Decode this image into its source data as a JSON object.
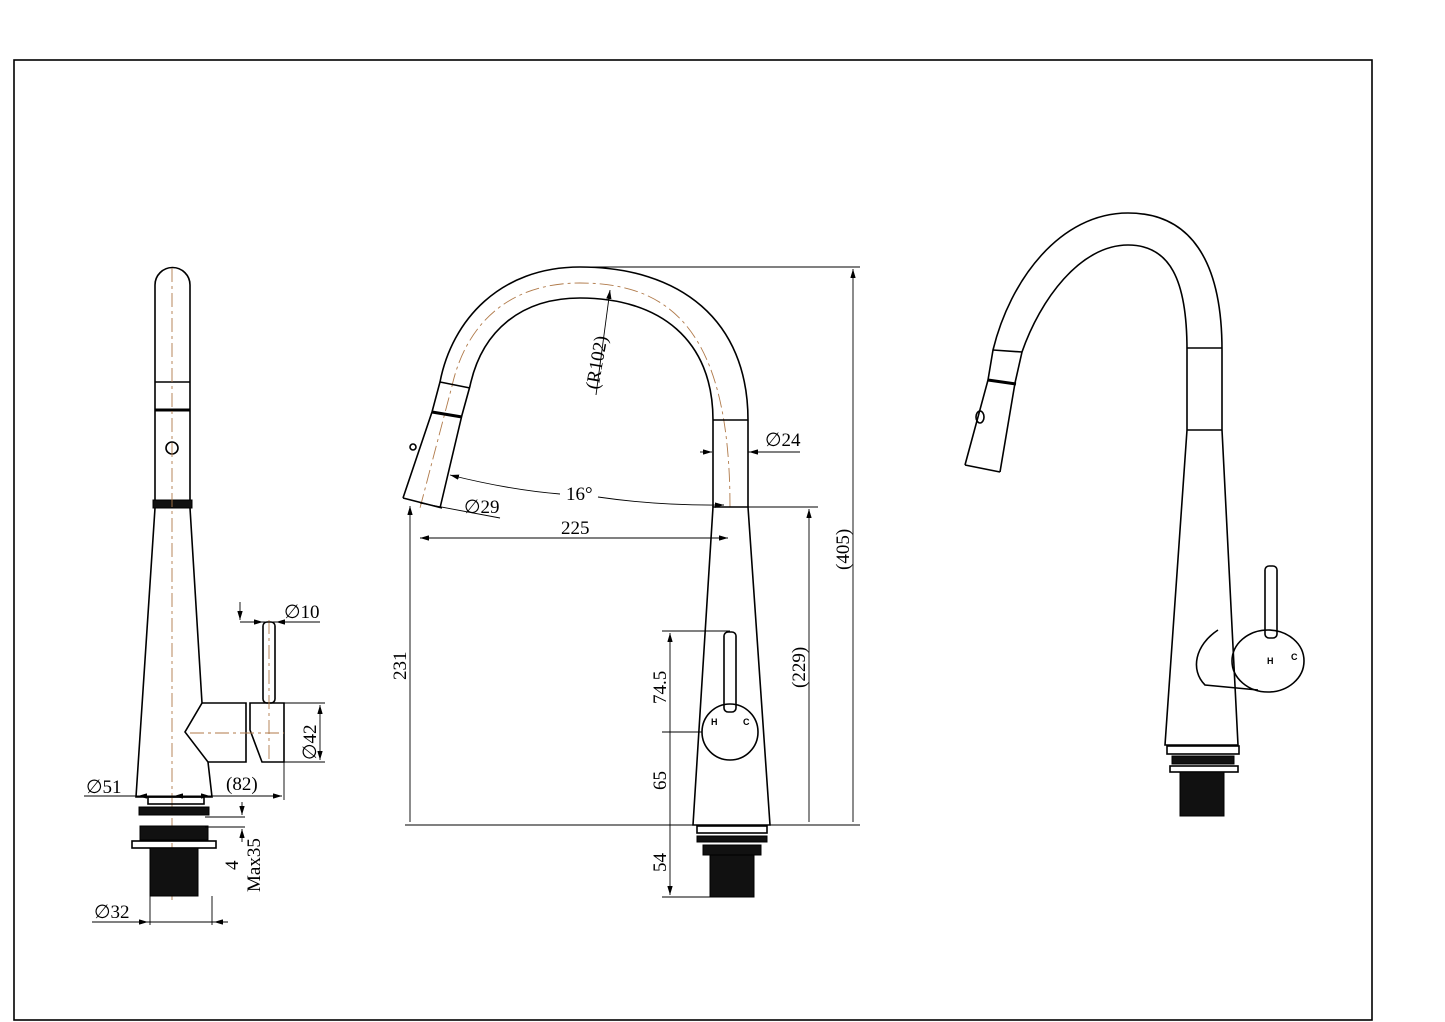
{
  "side_view": {
    "lever_diameter": "∅10",
    "handle_diameter": "∅42",
    "handle_reach": "(82)",
    "base_diameter": "∅51",
    "washer_thickness": "4",
    "max_deck": "Max35",
    "shank_diameter": "∅32"
  },
  "front_view": {
    "spout_radius": "(R102)",
    "spout_diameter": "∅24",
    "swivel_angle": "16°",
    "spray_head_diameter": "∅29",
    "reach": "225",
    "total_height": "(405)",
    "outlet_height": "231",
    "body_height": "(229)",
    "lever_height": "74.5",
    "handle_center_height": "65",
    "shank_length": "54",
    "hot_label": "H",
    "cold_label": "C"
  },
  "perspective_view": {
    "hot_label": "H",
    "cold_label": "C"
  },
  "colors": {
    "line": "#000000",
    "centerline": "#b07a4a"
  }
}
